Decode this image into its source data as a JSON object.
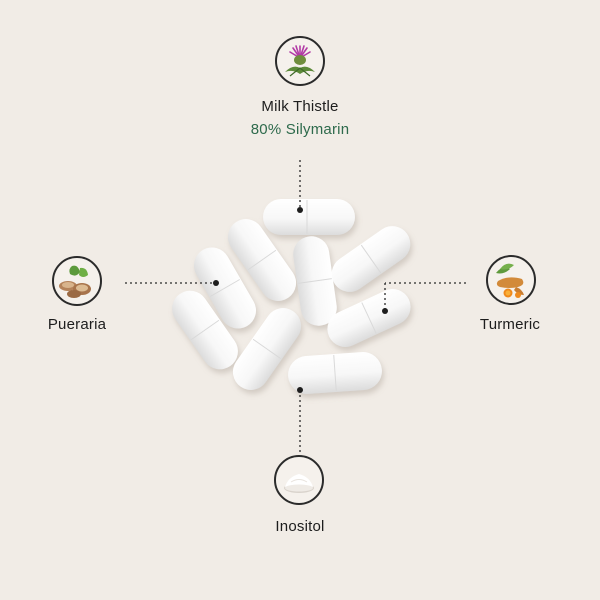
{
  "ingredients": {
    "milk_thistle": {
      "name": "Milk Thistle",
      "detail": "80% Silymarin",
      "icon": "milk-thistle-flower-icon"
    },
    "pueraria": {
      "name": "Pueraria",
      "icon": "pueraria-root-icon"
    },
    "turmeric": {
      "name": "Turmeric",
      "icon": "turmeric-root-icon"
    },
    "inositol": {
      "name": "Inositol",
      "icon": "inositol-powder-icon"
    }
  },
  "colors": {
    "background": "#f1ece6",
    "capsule": "#ffffff",
    "text": "#1d1d1d",
    "accent_green": "#2e6a4c",
    "connector": "#2b2b2b"
  }
}
